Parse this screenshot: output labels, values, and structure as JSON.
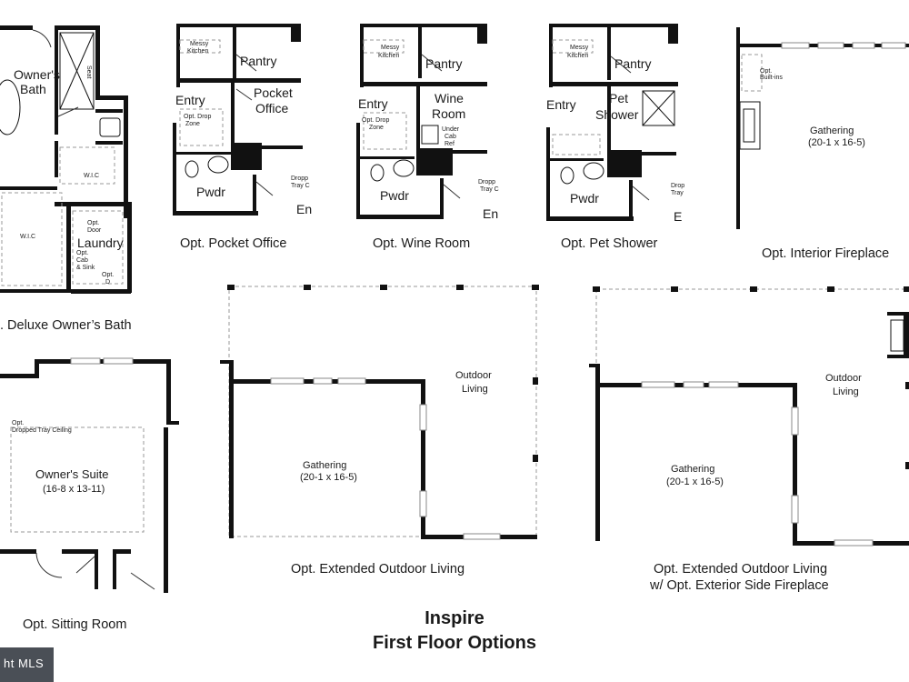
{
  "page": {
    "title_line1": "Inspire",
    "title_line2": "First Floor Options"
  },
  "captions": {
    "deluxe_bath": ". Deluxe Owner’s Bath",
    "pocket_office": "Opt. Pocket Office",
    "wine_room": "Opt. Wine Room",
    "pet_shower": "Opt. Pet Shower",
    "interior_fireplace": "Opt. Interior Fireplace",
    "sitting_room": "Opt. Sitting Room",
    "extended_outdoor": "Opt. Extended Outdoor Living",
    "extended_outdoor_fp_1": "Opt. Extended Outdoor Living",
    "extended_outdoor_fp_2": "w/ Opt. Exterior Side Fireplace"
  },
  "labels": {
    "owners": "Owner's",
    "bath": "Bath",
    "seat": "Seat",
    "wic": "W.I.C",
    "laundry": "Laundry",
    "opt_door": "Opt.",
    "opt_door2": "Door",
    "opt_cab": "Opt.",
    "opt_cab2": "Cab",
    "opt_cab3": "& Sink",
    "opt_d": "Opt.",
    "opt_d2": "D",
    "messy": "Messy",
    "kitchen": "Kitchen",
    "pantry": "Pantry",
    "entry": "Entry",
    "opt_drop": "Opt. Drop",
    "zone": "Zone",
    "pocket": "Pocket",
    "office": "Office",
    "pwdr": "Pwdr",
    "dropped": "Dropp",
    "tray": "Tray C",
    "en": "En",
    "wine": "Wine",
    "room": "Room",
    "under": "Under",
    "cab": "Cab",
    "ref": "Ref",
    "pet": "Pet",
    "shower": "Shower",
    "drop_short": "Drop",
    "tray_short": "Tray",
    "e_short": "E",
    "opt_builtins_1": "Opt.",
    "opt_builtins_2": "Built-ins",
    "gathering": "Gathering",
    "gathering_dim": "(20-1 x 16-5)",
    "owners_suite": "Owner's Suite",
    "suite_dim": "(16-8 x 13-11)",
    "opt_tray_1": "Opt.",
    "opt_tray_2": "Dropped Tray Ceiling",
    "outdoor": "Outdoor",
    "living": "Living"
  },
  "logo": {
    "text": "ht MLS"
  }
}
